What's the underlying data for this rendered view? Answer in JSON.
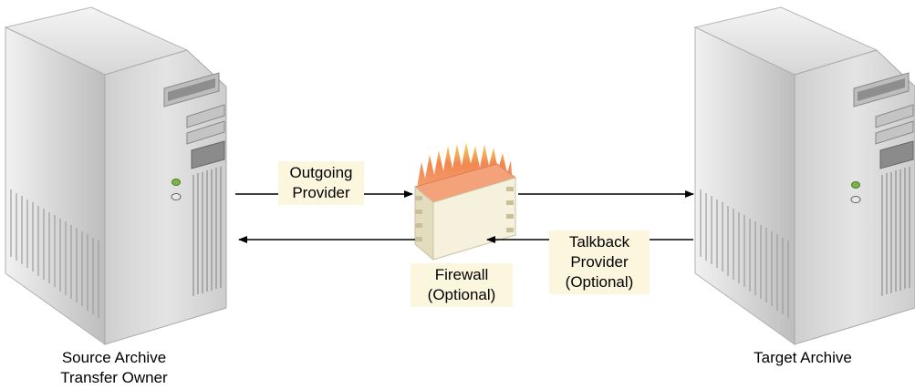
{
  "nodes": {
    "source": {
      "line1": "Source Archive",
      "line2": "Transfer Owner",
      "icon": "server-tower-icon"
    },
    "target": {
      "line1": "Target Archive",
      "icon": "server-tower-icon"
    },
    "firewall": {
      "line1": "Firewall",
      "line2": "(Optional)",
      "icon": "firewall-icon"
    }
  },
  "connections": {
    "outgoing": {
      "line1": "Outgoing",
      "line2": "Provider"
    },
    "talkback": {
      "line1": "Talkback",
      "line2": "Provider",
      "line3": "(Optional)"
    }
  },
  "colors": {
    "server_body": "#d9d9d9",
    "server_dark": "#9a9a9a",
    "label_background": "#fdf6de",
    "firewall_flame": "#f07a3c",
    "firewall_wall": "#f6f1dc",
    "arrow": "#000000"
  }
}
